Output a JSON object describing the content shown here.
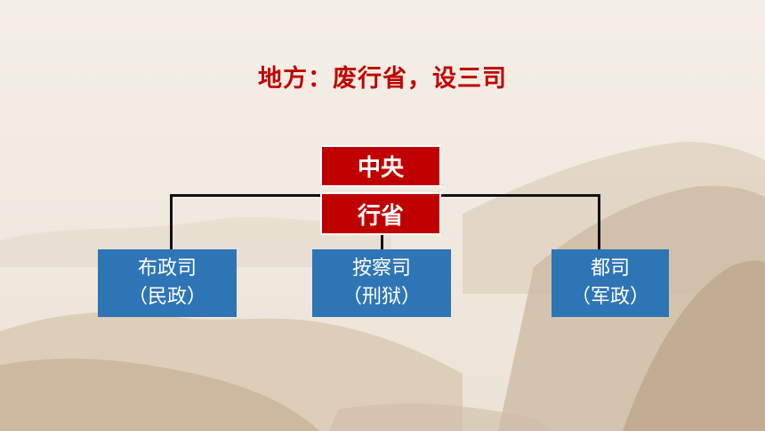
{
  "title": "地方：废行省，设三司",
  "center_box": "中央",
  "province_box": "行省",
  "branches": [
    {
      "name": "布政司",
      "role": "（民政）"
    },
    {
      "name": "按察司",
      "role": "（刑狱）"
    },
    {
      "name": "都司",
      "role": "（军政）"
    }
  ],
  "colors": {
    "title": "#c00000",
    "red_box": "#c00000",
    "blue_box": "#2e75b6",
    "connector": "#111111"
  }
}
